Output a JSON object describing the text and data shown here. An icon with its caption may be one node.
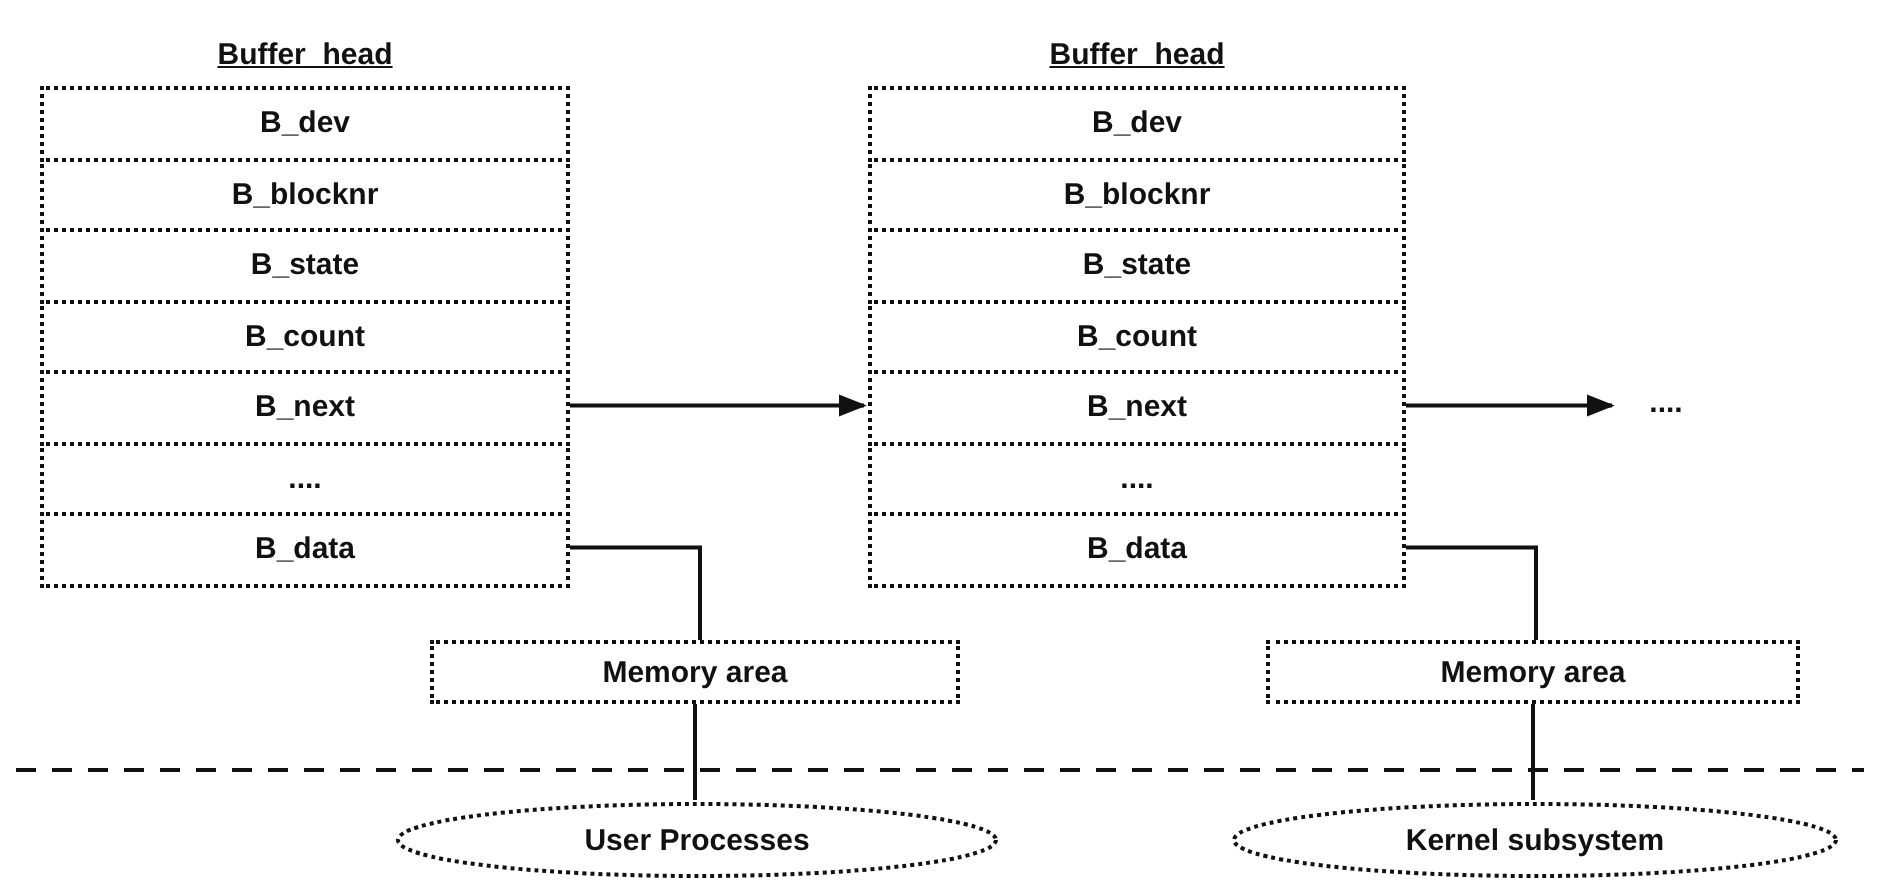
{
  "diagram": {
    "nodes": [
      {
        "text": [
          "Buffer_head"
        ]
      },
      {
        "text": [
          "B_dev"
        ],
        "in": 0
      },
      {
        "text": [
          "B_blocknr"
        ],
        "in": 0
      },
      {
        "text": [
          "B_state"
        ],
        "in": 0
      },
      {
        "text": [
          "B_count"
        ],
        "in": 0
      },
      {
        "text": [
          "B_next"
        ],
        "in": 0
      },
      {
        "text": [
          "...."
        ],
        "in": 0
      },
      {
        "text": [
          "B_data"
        ],
        "in": 0
      },
      {
        "text": [
          "Buffer_head"
        ]
      },
      {
        "text": [
          "B_dev"
        ],
        "in": 8
      },
      {
        "text": [
          "B_blocknr"
        ],
        "in": 8
      },
      {
        "text": [
          "B_state"
        ],
        "in": 8
      },
      {
        "text": [
          "B_count"
        ],
        "in": 8
      },
      {
        "text": [
          "B_next"
        ],
        "in": 8
      },
      {
        "text": [
          "...."
        ],
        "in": 8
      },
      {
        "text": [
          "B_data"
        ],
        "in": 8
      },
      {
        "text": [
          "...."
        ]
      },
      {
        "text": [
          "Memory area"
        ]
      },
      {
        "text": [
          "Memory area"
        ]
      },
      {
        "text": [
          "User Processes"
        ]
      },
      {
        "text": [
          "Kernel subsystem"
        ]
      }
    ],
    "edges": [
      {
        "from": 5,
        "to": 8,
        "arrow": "to"
      },
      {
        "from": 13,
        "to": 16,
        "arrow": "to"
      },
      {
        "from": 7,
        "to": 17,
        "arrow": "none"
      },
      {
        "from": 15,
        "to": 18,
        "arrow": "none"
      },
      {
        "from": 17,
        "to": 19,
        "arrow": "none"
      },
      {
        "from": 18,
        "to": 20,
        "arrow": "none"
      }
    ]
  }
}
